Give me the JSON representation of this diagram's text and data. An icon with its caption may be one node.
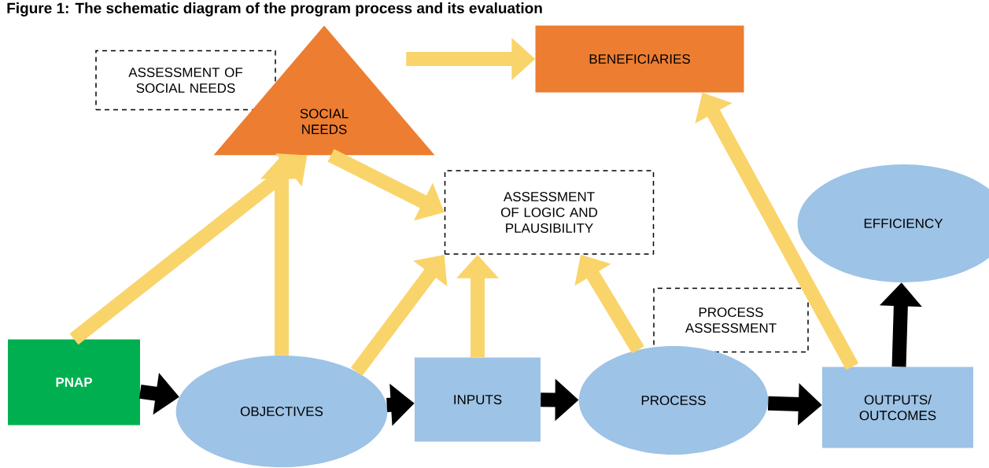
{
  "diagram": {
    "title": "Figure 1: The schematic diagram of the program process and its evaluation",
    "nodes": [
      {
        "text": [
          "ASSESSMENT OF SOCIAL NEEDS"
        ]
      },
      {
        "text": [
          "SOCIAL NEEDS"
        ]
      },
      {
        "text": [
          "BENEFICIARIES"
        ]
      },
      {
        "text": [
          "ASSESSMENT OF LOGIC AND PLAUSIBILITY"
        ]
      },
      {
        "text": [
          "EFFICIENCY"
        ]
      },
      {
        "text": [
          "PROCESS ASSESSMENT"
        ]
      },
      {
        "text": [
          "PNAP"
        ]
      },
      {
        "text": [
          "OBJECTIVES"
        ]
      },
      {
        "text": [
          "INPUTS"
        ]
      },
      {
        "text": [
          "PROCESS"
        ]
      },
      {
        "text": [
          "OUTPUTS/ OUTCOMES"
        ]
      }
    ],
    "edges": [
      {
        "from": 1,
        "to": 2,
        "arrow": "to"
      },
      {
        "from": 6,
        "to": 1,
        "arrow": "to"
      },
      {
        "from": 7,
        "to": 1,
        "arrow": "to"
      },
      {
        "from": 1,
        "to": 3,
        "arrow": "to"
      },
      {
        "from": 7,
        "to": 3,
        "arrow": "to"
      },
      {
        "from": 8,
        "to": 3,
        "arrow": "to"
      },
      {
        "from": 9,
        "to": 3,
        "arrow": "to"
      },
      {
        "from": 10,
        "to": 2,
        "arrow": "to"
      },
      {
        "from": 6,
        "to": 7,
        "arrow": "to",
        "color": "#000000"
      },
      {
        "from": 7,
        "to": 8,
        "arrow": "to",
        "color": "#000000"
      },
      {
        "from": 8,
        "to": 9,
        "arrow": "to",
        "color": "#000000"
      },
      {
        "from": 9,
        "to": 10,
        "arrow": "to",
        "color": "#000000"
      },
      {
        "from": 10,
        "to": 4,
        "arrow": "to",
        "color": "#000000"
      }
    ]
  }
}
